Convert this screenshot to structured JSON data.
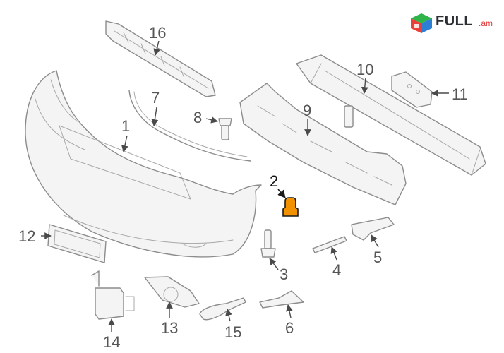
{
  "logo": {
    "name": "FULL",
    "domain": ".am",
    "colors": {
      "red": "#e8413a",
      "green": "#2fb44a",
      "blue": "#2d7fd6",
      "text": "#2b2f33"
    }
  },
  "diagram": {
    "title": "",
    "highlight_color": "#f39200",
    "highlighted_part": "2",
    "callouts": [
      {
        "id": "1",
        "label": "1",
        "part": "bumper-cover"
      },
      {
        "id": "2",
        "label": "2",
        "part": "clip-fastener",
        "highlighted": true
      },
      {
        "id": "3",
        "label": "3",
        "part": "bolt-lower"
      },
      {
        "id": "4",
        "label": "4",
        "part": "small-strip-bracket"
      },
      {
        "id": "5",
        "label": "5",
        "part": "side-bracket"
      },
      {
        "id": "6",
        "label": "6",
        "part": "lower-bracket"
      },
      {
        "id": "7",
        "label": "7",
        "part": "upper-trim-strip"
      },
      {
        "id": "8",
        "label": "8",
        "part": "bolt-upper"
      },
      {
        "id": "9",
        "label": "9",
        "part": "energy-absorber"
      },
      {
        "id": "10",
        "label": "10",
        "part": "reinforcement-beam"
      },
      {
        "id": "11",
        "label": "11",
        "part": "beam-end-bracket"
      },
      {
        "id": "12",
        "label": "12",
        "part": "license-plate-bracket"
      },
      {
        "id": "13",
        "label": "13",
        "part": "fog-lamp-bezel"
      },
      {
        "id": "14",
        "label": "14",
        "part": "sensor-module"
      },
      {
        "id": "15",
        "label": "15",
        "part": "tow-hook-cover"
      },
      {
        "id": "16",
        "label": "16",
        "part": "upper-grille-retainer"
      }
    ]
  }
}
